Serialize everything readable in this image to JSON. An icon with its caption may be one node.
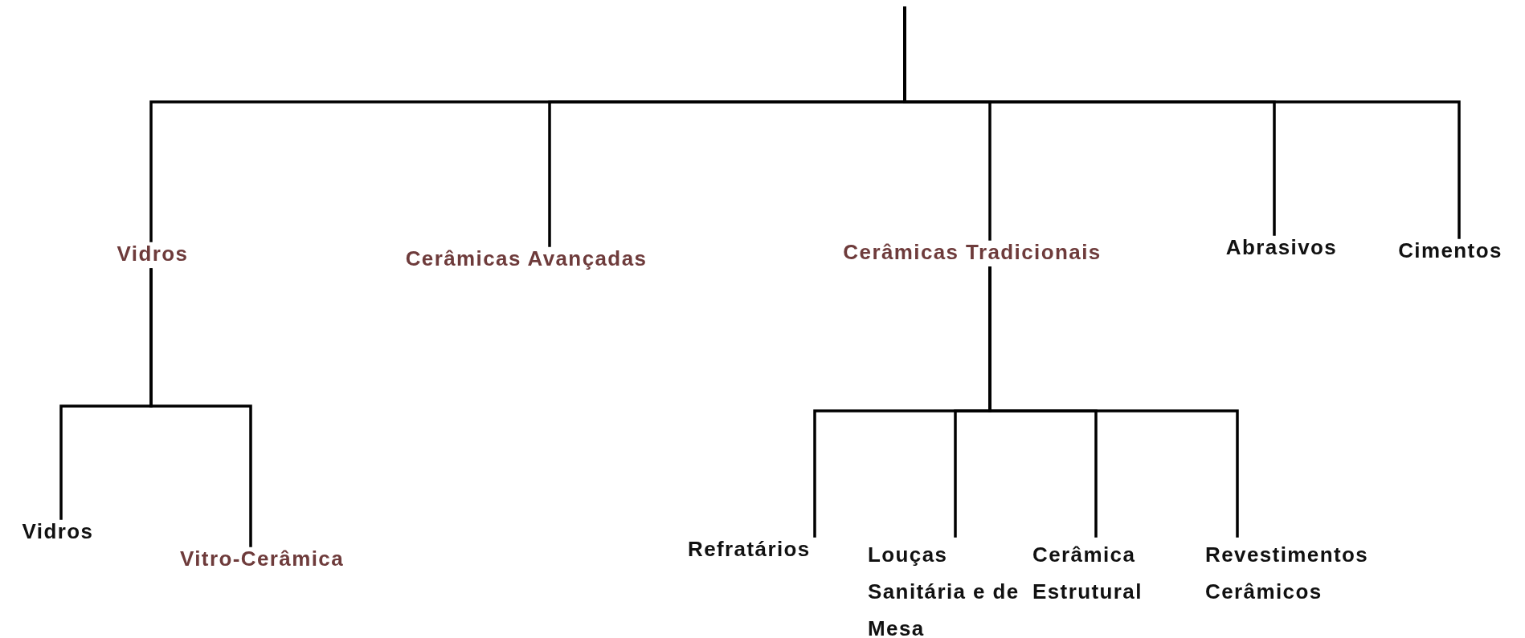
{
  "diagram": {
    "nodes": [
      {
        "text": [
          "Vidros"
        ]
      },
      {
        "text": [
          "Cerâmicas Avançadas"
        ]
      },
      {
        "text": [
          "Cerâmicas Tradicionais"
        ]
      },
      {
        "text": [
          "Abrasivos"
        ]
      },
      {
        "text": [
          "Cimentos"
        ]
      },
      {
        "text": [
          "Vidros"
        ]
      },
      {
        "text": [
          "Vitro-Cerâmica"
        ]
      },
      {
        "text": [
          "Refratários"
        ]
      },
      {
        "text": [
          "Louças Sanitária e de Mesa"
        ]
      },
      {
        "text": [
          "Cerâmica Estrutural"
        ]
      },
      {
        "text": [
          "Revestimentos Cerâmicos"
        ]
      }
    ],
    "edges": [
      {
        "from": null,
        "to": 0,
        "arrow": "none"
      },
      {
        "from": null,
        "to": 1,
        "arrow": "none"
      },
      {
        "from": null,
        "to": 2,
        "arrow": "none"
      },
      {
        "from": null,
        "to": 3,
        "arrow": "none"
      },
      {
        "from": null,
        "to": 4,
        "arrow": "none"
      },
      {
        "from": 0,
        "to": 5,
        "arrow": "none"
      },
      {
        "from": 0,
        "to": 6,
        "arrow": "none"
      },
      {
        "from": 2,
        "to": 7,
        "arrow": "none"
      },
      {
        "from": 2,
        "to": 8,
        "arrow": "none"
      },
      {
        "from": 2,
        "to": 9,
        "arrow": "none"
      },
      {
        "from": 2,
        "to": 10,
        "arrow": "none"
      }
    ]
  }
}
